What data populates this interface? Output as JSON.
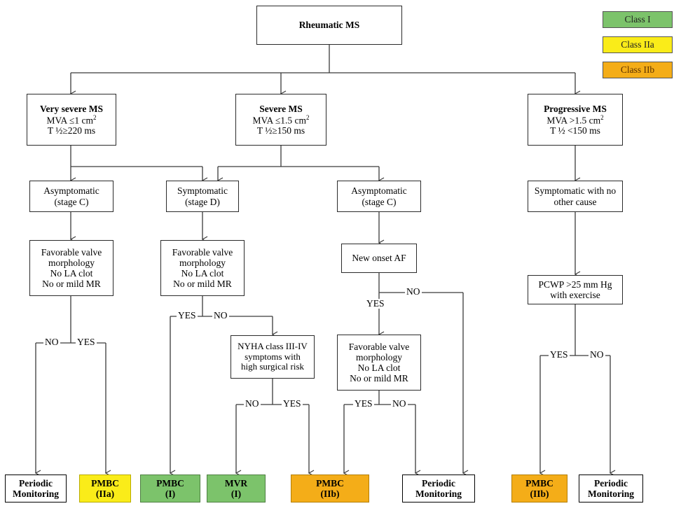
{
  "legend": {
    "items": [
      {
        "label": "Class I",
        "color": "#7cc36b"
      },
      {
        "label": "Class IIa",
        "color": "#faec19"
      },
      {
        "label": "Class IIb",
        "color": "#f4ad18"
      }
    ]
  },
  "nodes": {
    "root": {
      "lines": [
        "Rheumatic MS"
      ]
    },
    "very_severe": {
      "lines": [
        "Very severe MS",
        "MVA ≤1 cm",
        "T ½≥220 ms"
      ],
      "sup": "2"
    },
    "severe": {
      "lines": [
        "Severe MS",
        "MVA ≤1.5 cm",
        "T ½≥150 ms"
      ],
      "sup": "2"
    },
    "progressive": {
      "lines": [
        "Progressive MS",
        "MVA >1.5 cm",
        "T ½ <150 ms"
      ],
      "sup": "2"
    },
    "asympt_left": {
      "lines": [
        "Asymptomatic",
        "(stage C)"
      ]
    },
    "sympt_mid": {
      "lines": [
        "Symptomatic",
        "(stage D)"
      ]
    },
    "asympt_right": {
      "lines": [
        "Asymptomatic",
        "(stage C)"
      ]
    },
    "sympt_nocause": {
      "lines": [
        "Symptomatic with no",
        "other cause"
      ]
    },
    "fav_left": {
      "lines": [
        "Favorable valve",
        "morphology",
        "No LA clot",
        "No or mild MR"
      ]
    },
    "fav_mid": {
      "lines": [
        "Favorable valve",
        "morphology",
        "No LA clot",
        "No or mild MR"
      ]
    },
    "new_af": {
      "lines": [
        "New onset AF"
      ]
    },
    "pcwp": {
      "lines": [
        "PCWP >25 mm Hg",
        "with exercise"
      ]
    },
    "fav_right": {
      "lines": [
        "Favorable valve",
        "morphology",
        "No LA clot",
        "No or mild MR"
      ]
    },
    "nyha": {
      "lines": [
        "NYHA class III-IV",
        "symptoms with",
        "high  surgical risk"
      ]
    }
  },
  "terminals": [
    {
      "key": "t1",
      "lines": [
        "Periodic",
        "Monitoring"
      ],
      "class": "plain"
    },
    {
      "key": "t2",
      "lines": [
        "PMBC",
        "(IIa)"
      ],
      "class": "yellow"
    },
    {
      "key": "t3",
      "lines": [
        "PMBC",
        "(I)"
      ],
      "class": "green"
    },
    {
      "key": "t4",
      "lines": [
        "MVR",
        "(I)"
      ],
      "class": "green"
    },
    {
      "key": "t5",
      "lines": [
        "PMBC",
        "(IIb)"
      ],
      "class": "orange"
    },
    {
      "key": "t6",
      "lines": [
        "Periodic",
        "Monitoring"
      ],
      "class": "plain"
    },
    {
      "key": "t7",
      "lines": [
        "PMBC",
        "(IIb)"
      ],
      "class": "orange"
    },
    {
      "key": "t8",
      "lines": [
        "Periodic",
        "Monitoring"
      ],
      "class": "plain"
    }
  ],
  "edge_labels": {
    "l_no": "NO",
    "l_yes": "YES",
    "m_yes": "YES",
    "m_no": "NO",
    "nyha_no": "NO",
    "nyha_yes": "YES",
    "af_no": "NO",
    "af_yes": "YES",
    "fr_yes": "YES",
    "fr_no": "NO",
    "pc_yes": "YES",
    "pc_no": "NO"
  }
}
